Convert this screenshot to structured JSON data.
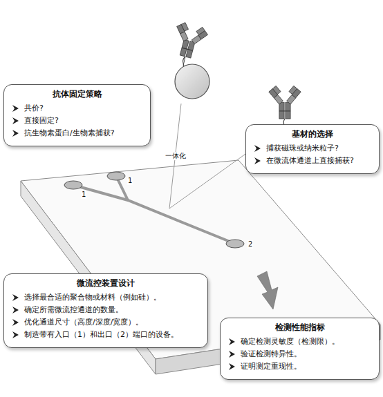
{
  "diagram": {
    "nodes": [
      {
        "text": [
          "抗体固定策略",
          "共价?",
          "直接固定?",
          "抗生物素蛋白/生物素捕获?"
        ]
      },
      {
        "text": [
          "基材的选择",
          "捕获磁珠或纳米粒子?",
          "在微流体通道上直接捕获?"
        ]
      },
      {
        "text": [
          "微流控装置设计",
          "选择最合适的聚合物或材料（例如硅）。",
          "确定所需微流控通道的数量。",
          "优化通道尺寸（高度/深度/宽度）。",
          "制造带有入口（1）和出口（2）端口的设备。"
        ]
      },
      {
        "text": [
          "检测性能指标",
          "确定检测灵敏度（检测限）。",
          "验证检测特异性。",
          "证明测定重现性。"
        ]
      }
    ],
    "labels": [
      "一体化",
      "1",
      "1",
      "2"
    ]
  }
}
